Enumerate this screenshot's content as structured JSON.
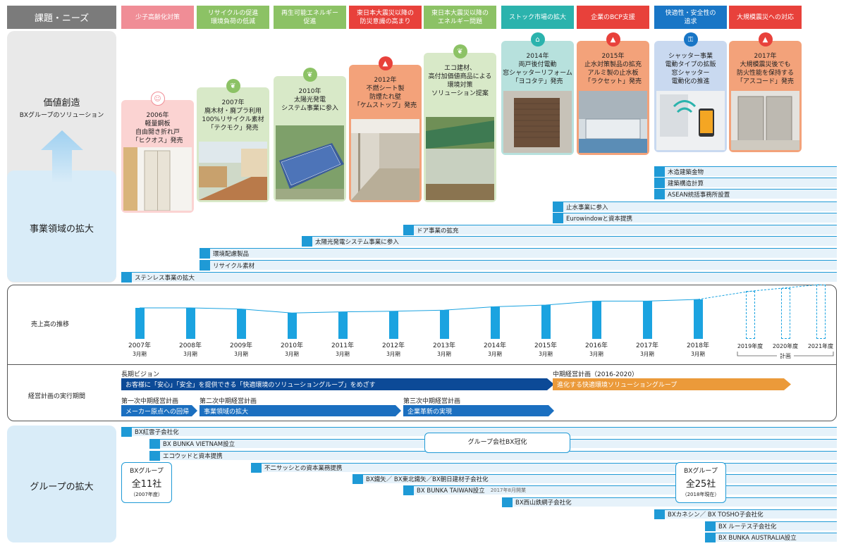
{
  "header": {
    "title": "課題・ニーズ",
    "needs": [
      {
        "l1": "少子高齢化対策",
        "l2": "",
        "color": "#f08d96"
      },
      {
        "l1": "リサイクルの促進",
        "l2": "環境負荷の低減",
        "color": "#8cc265"
      },
      {
        "l1": "再生可能エネルギー",
        "l2": "促進",
        "color": "#8cc265"
      },
      {
        "l1": "東日本大震災以降の",
        "l2": "防災意識の高まり",
        "color": "#e8413b"
      },
      {
        "l1": "東日本大震災以降の",
        "l2": "エネルギー問題",
        "color": "#8cc265"
      },
      {
        "l1": "ストック市場の拡大",
        "l2": "",
        "color": "#2bb3ad"
      },
      {
        "l1": "企業のBCP支援",
        "l2": "",
        "color": "#e8413b"
      },
      {
        "l1": "快適性・安全性の",
        "l2": "追求",
        "color": "#1976c6"
      },
      {
        "l1": "大規模震災への対応",
        "l2": "",
        "color": "#e8413b"
      }
    ]
  },
  "left": {
    "kachi_title": "価値創造",
    "kachi_sub": "BXグループのソリューション",
    "jigyo_title": "事業領域の拡大",
    "group_title": "グループの拡大"
  },
  "cards": [
    {
      "lines": [
        "2006年",
        "軽量鋼板",
        "自由開き折れ戸",
        "「ヒクオス」発売"
      ],
      "icon": "smiley-icon"
    },
    {
      "lines": [
        "2007年",
        "廃木材・廃プラ利用",
        "100%リサイクル素材",
        "「テクモク」発売"
      ],
      "icon": "leaf-icon"
    },
    {
      "lines": [
        "2010年",
        "太陽光発電",
        "システム事業に参入"
      ],
      "icon": "leaf-icon"
    },
    {
      "lines": [
        "2012年",
        "不燃シート製",
        "防煙たれ壁",
        "「ケムストップ」発売"
      ],
      "icon": "disaster-icon"
    },
    {
      "lines": [
        "エコ建材、",
        "高付加価値商品による",
        "環境対策",
        "ソリューション提案"
      ],
      "icon": "leaf-icon"
    },
    {
      "lines": [
        "2014年",
        "両戸後付電動",
        "窓シャッターリフォーム",
        "「ヨコタテ」発売"
      ],
      "icon": "house-icon"
    },
    {
      "lines": [
        "2015年",
        "止水対策製品の拡充",
        "アルミ製の止水板",
        "「ラクセット」発売"
      ],
      "icon": "disaster-icon"
    },
    {
      "lines": [
        "シャッター事業",
        "電動タイプの拡販",
        "窓シャッター",
        "電動化の推進"
      ],
      "icon": "lock-icon"
    },
    {
      "lines": [
        "2017年",
        "大規模震災後でも",
        "防火性能を保持する",
        "「アスコード」発売"
      ],
      "icon": "disaster-icon"
    }
  ],
  "business": [
    "木造建築金物",
    "建築構造計算",
    "ASEAN統括事務所設置",
    "止水事業に参入",
    "Eurowindowと資本提携",
    "ドア事業の拡充",
    "太陽光発電システム事業に参入",
    "環境配慮製品",
    "リサイクル素材",
    "ステンレス事業の拡大"
  ],
  "sales": {
    "label": "売上高の推移",
    "years": [
      {
        "y": "2007年",
        "m": "3月期",
        "v": 0.55
      },
      {
        "y": "2008年",
        "m": "3月期",
        "v": 0.55
      },
      {
        "y": "2009年",
        "m": "3月期",
        "v": 0.53
      },
      {
        "y": "2010年",
        "m": "3月期",
        "v": 0.46
      },
      {
        "y": "2011年",
        "m": "3月期",
        "v": 0.48
      },
      {
        "y": "2012年",
        "m": "3月期",
        "v": 0.49
      },
      {
        "y": "2013年",
        "m": "3月期",
        "v": 0.51
      },
      {
        "y": "2014年",
        "m": "3月期",
        "v": 0.57
      },
      {
        "y": "2015年",
        "m": "3月期",
        "v": 0.6
      },
      {
        "y": "2016年",
        "m": "3月期",
        "v": 0.67
      },
      {
        "y": "2017年",
        "m": "3月期",
        "v": 0.67
      },
      {
        "y": "2018年",
        "m": "3月期",
        "v": 0.7
      }
    ],
    "future": [
      {
        "y": "2019年度",
        "v": 0.72
      },
      {
        "y": "2020年度",
        "v": 0.78
      },
      {
        "y": "2021年度",
        "v": 0.84
      }
    ],
    "future_label": "計画"
  },
  "plan": {
    "label": "経営計画の実行期間",
    "long_head": "長期ビジョン",
    "long_text": "お客様に「安心」「安全」を提供できる「快適環境のソリューショングループ」をめざす",
    "mid_head": "中期経営計画（2016-2020）",
    "mid_text": "進化する快適環境ソリューショングループ",
    "p1_head": "第一次中期経営計画",
    "p1_text": "メーカー原点への回帰",
    "p2_head": "第二次中期経営計画",
    "p2_text": "事業領域の拡大",
    "p3_head": "第三次中期経営計画",
    "p3_text": "企業革新の実現"
  },
  "group": {
    "items": [
      "BX紅雲子会社化",
      "BX BUNKA VIETNAM設立",
      "エコウッドと資本提携",
      "不二サッシとの資本業務提携",
      "BX鐵矢／ BX東北鐵矢／BX朝日建材子会社化",
      "BX BUNKA TAIWAN設立",
      "BX西山鉄網子会社化",
      "BXカネシン／ BX TOSHO子会社化",
      "BX ルーテス子会社化",
      "BX BUNKA AUSTRALIA設立"
    ],
    "taiwan_note": "2017年8月開業",
    "kanmuri": "グループ会社BX冠化",
    "left_box": {
      "t1": "BXグループ",
      "t2": "全11社",
      "t3": "（2007年度）"
    },
    "right_box": {
      "t1": "BXグループ",
      "t2": "全25社",
      "t3": "（2018年現在）"
    }
  }
}
